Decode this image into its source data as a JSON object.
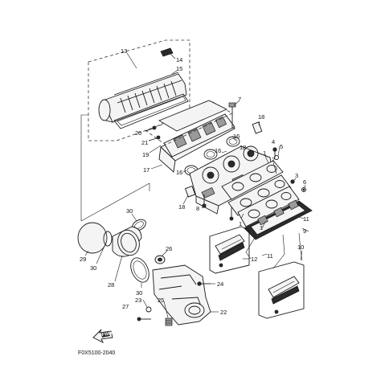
{
  "diagram": {
    "labels": [
      "13",
      "14",
      "15",
      "20",
      "21",
      "19",
      "17",
      "16",
      "16",
      "16",
      "18",
      "18",
      "8",
      "7",
      "18",
      "4",
      "5",
      "1",
      "2",
      "3",
      "6",
      "9",
      "11",
      "1",
      "1",
      "12",
      "11",
      "10",
      "30",
      "29",
      "30",
      "28",
      "30",
      "26",
      "24",
      "22",
      "23",
      "25",
      "27"
    ],
    "figure_code": "F0X5100-2040",
    "fwd_label": "FWD"
  }
}
